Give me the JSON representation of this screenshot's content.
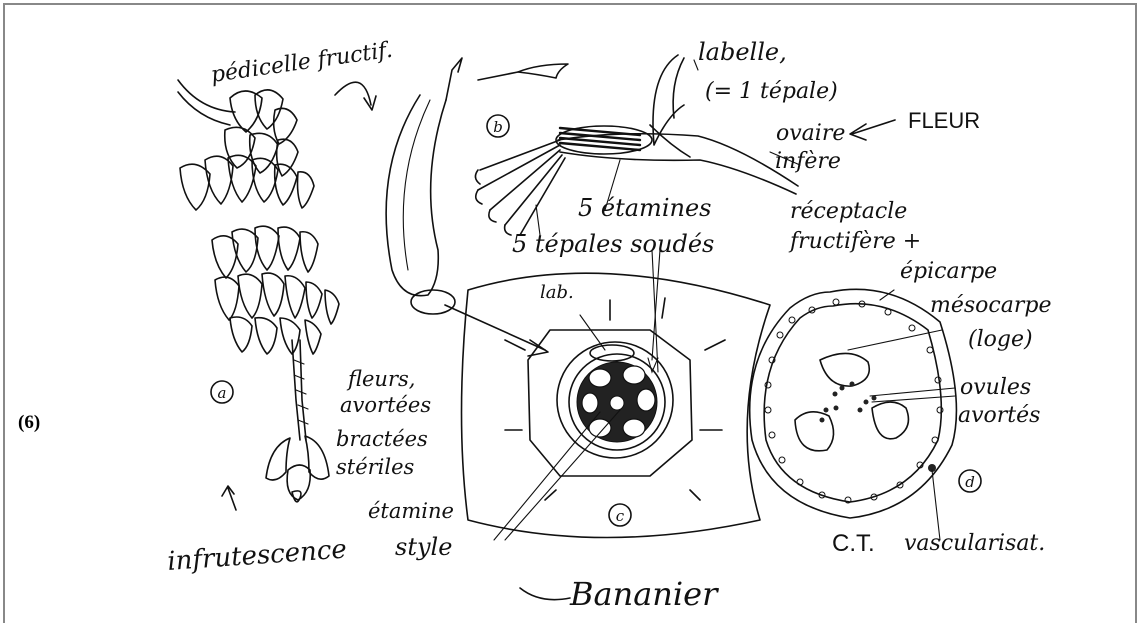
{
  "figure": {
    "number": "(6)",
    "title": "Bananier"
  },
  "labels": {
    "pedicelle": "pédicelle fructif.",
    "labelle": "labelle,",
    "labelle_note": "(= 1 tépale)",
    "fleur": "FLEUR",
    "ovaire": "ovaire",
    "infere": "infère",
    "etamines": "5 étamines",
    "tepales": "5 tépales soudés",
    "receptacle": "réceptacle",
    "fructifere": "fructifère +",
    "epicarpe": "épicarpe",
    "mesocarpe": "mésocarpe",
    "loge": "(loge)",
    "ovules": "ovules",
    "avortes": "avortés",
    "lab": "lab.",
    "fleurs": "fleurs,",
    "avortees": "avortées",
    "bractees": "bractées",
    "steriles": "stériles",
    "etamine": "étamine",
    "infrutescence": "infrutescence",
    "style": "style",
    "ct": "C.T.",
    "vascularisat": "vascularisat."
  },
  "panel_markers": {
    "a": "a",
    "b": "b",
    "c": "c",
    "d": "d"
  }
}
